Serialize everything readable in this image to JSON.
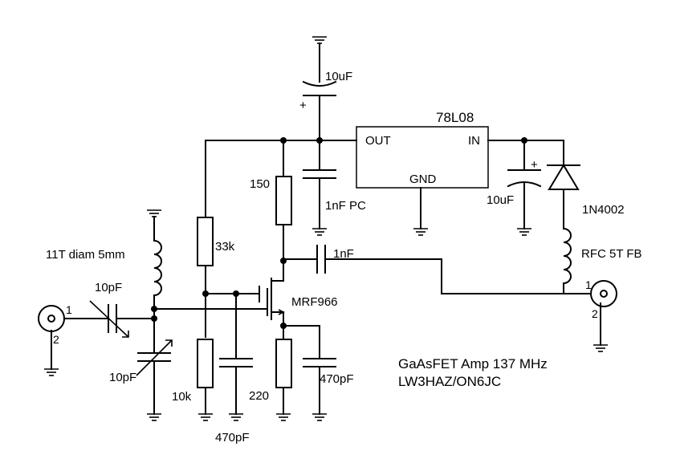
{
  "labels": {
    "cap_top": "10uF",
    "plus_top": "+",
    "regulator": "78L08",
    "reg_out": "OUT",
    "reg_in": "IN",
    "reg_gnd": "GND",
    "res_150": "150",
    "cap_1nf_pc": "1nF PC",
    "cap_10uf_right": "10uF",
    "plus_right": "+",
    "diode": "1N4002",
    "coil_left": "11T diam 5mm",
    "res_33k": "33k",
    "cap_1nf": "1nF",
    "rfc": "RFC 5T FB",
    "cap_10pf_series": "10pF",
    "transistor": "MRF966",
    "conn_left_pin1": "1",
    "conn_left_pin2": "2",
    "conn_right_pin1": "1",
    "conn_right_pin2": "2",
    "cap_10pf_trim": "10pF",
    "res_10k": "10k",
    "res_220": "220",
    "cap_470pf_right": "470pF",
    "cap_470pf_bottom": "470pF",
    "title_line1": "GaAsFET Amp 137 MHz",
    "title_line2": "LW3HAZ/ON6JC"
  }
}
